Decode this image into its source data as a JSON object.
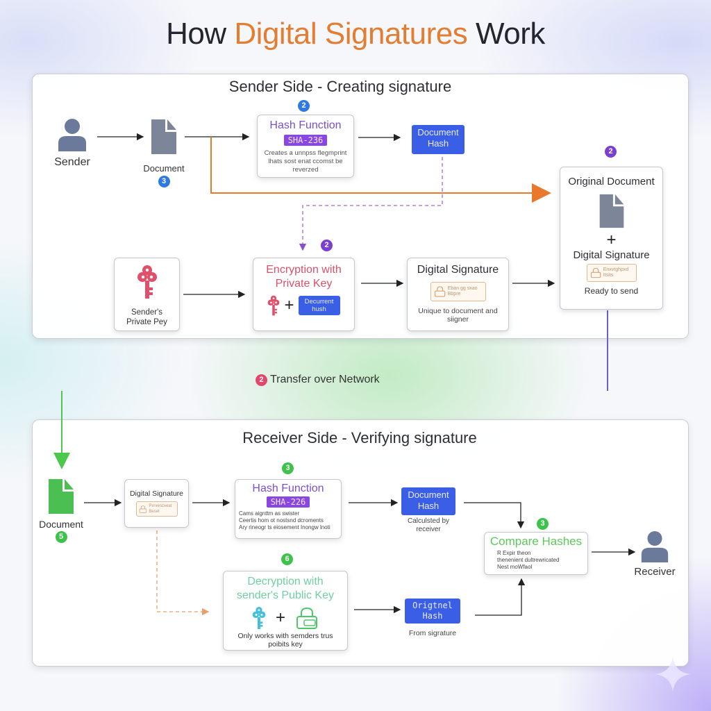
{
  "title": {
    "prefix": "How",
    "accent": "Digital Signatures",
    "suffix": "Work"
  },
  "colors": {
    "accent_orange": "#e27d32",
    "hash_purple": "#7a4fd0",
    "encryption_red": "#d9506a",
    "decryption_teal": "#6fcfa0",
    "compare_green": "#5cc85c",
    "hash_box_blue": "#3b5ee6"
  },
  "sender": {
    "section_title": "Sender Side - Creating signature",
    "actor": {
      "label": "Sender",
      "icon": "user-icon"
    },
    "document": {
      "label": "Document",
      "badge": "3",
      "icon": "document-icon"
    },
    "hash_function": {
      "badge": "2",
      "title": "Hash Function",
      "algorithm": "SHA-236",
      "description": "Creates a unnpss flegmprint lhats sost enat ccomst be reverzed"
    },
    "document_hash": {
      "label": "Document Hash"
    },
    "private_key": {
      "label": "Sender's Private Pey",
      "icon": "key-icon"
    },
    "encryption": {
      "badge": "2",
      "title": "Encryption with Private Key",
      "plus": "+",
      "hash_chip": "Decurrent hush"
    },
    "digital_signature": {
      "title": "Digital Signature",
      "lock_text": "Eban gg sxao Bbpre",
      "description": "Unique to document and siigner"
    },
    "bundle": {
      "badge": "2",
      "title": "Original Document",
      "plus": "+",
      "signature_label": "Digital Signature",
      "lock_text": "Enxvtghpxd Itsits",
      "status": "Ready to send"
    }
  },
  "transfer": {
    "badge": "2",
    "label": "Transfer over Network"
  },
  "receiver": {
    "section_title": "Receiver Side - Verifying signature",
    "document": {
      "label": "Document",
      "badge": "5",
      "icon": "document-icon"
    },
    "digital_signature": {
      "title": "Digital Signature",
      "lock_text": "Pxrvenzxeat Beset"
    },
    "hash_function": {
      "badge": "3",
      "title": "Hash Function",
      "algorithm": "SHA-226",
      "lines": [
        "Cams aignttm as swister",
        "Ceertis hom ot nostsnd dcroments",
        "Ary rineogr ts eiosement Inongw lnoti"
      ]
    },
    "document_hash": {
      "label": "Document Hash",
      "caption": "Calculsted by receiver"
    },
    "decryption": {
      "badge": "6",
      "title": "Decryption with sender's Public Key",
      "plus": "+",
      "description": "Only works with semders trus poibits key"
    },
    "original_hash": {
      "label": "Origtnel Hash",
      "caption": "From sigrature"
    },
    "compare": {
      "badge": "3",
      "title": "Compare Hashes",
      "lines": [
        "R Expir theon",
        "thenenient dultrewricated",
        "Nest moWfaol"
      ]
    },
    "actor": {
      "label": "Receiver",
      "icon": "user-icon"
    }
  }
}
